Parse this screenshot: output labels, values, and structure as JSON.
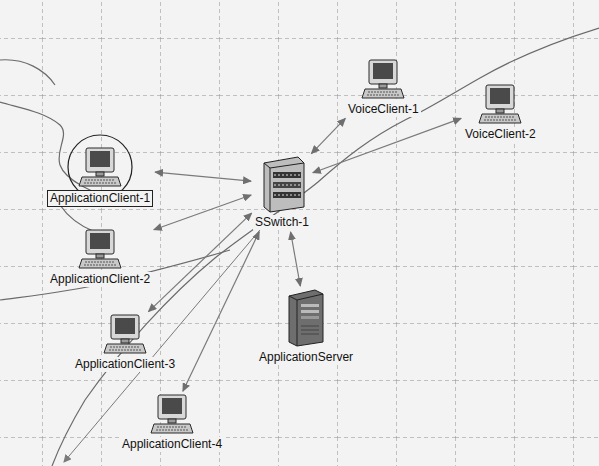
{
  "diagram": {
    "nodes": [
      {
        "text": [
          "VoiceClient-1"
        ]
      },
      {
        "text": [
          "VoiceClient-2"
        ]
      },
      {
        "text": [
          "ApplicationClient-1"
        ]
      },
      {
        "text": [
          "SSwitch-1"
        ]
      },
      {
        "text": [
          "ApplicationClient-2"
        ]
      },
      {
        "text": [
          "ApplicationServer"
        ]
      },
      {
        "text": [
          "ApplicationClient-3"
        ]
      },
      {
        "text": [
          "ApplicationClient-4"
        ]
      }
    ],
    "edges": [
      {
        "from": 0,
        "to": 3,
        "arrow": "both"
      },
      {
        "from": 1,
        "to": 3,
        "arrow": "both"
      },
      {
        "from": 2,
        "to": 3,
        "arrow": "both"
      },
      {
        "from": 4,
        "to": 3,
        "arrow": "both"
      },
      {
        "from": 5,
        "to": 3,
        "arrow": "both"
      },
      {
        "from": 6,
        "to": 3,
        "arrow": "both"
      },
      {
        "from": 7,
        "to": 3,
        "arrow": "both"
      }
    ]
  }
}
